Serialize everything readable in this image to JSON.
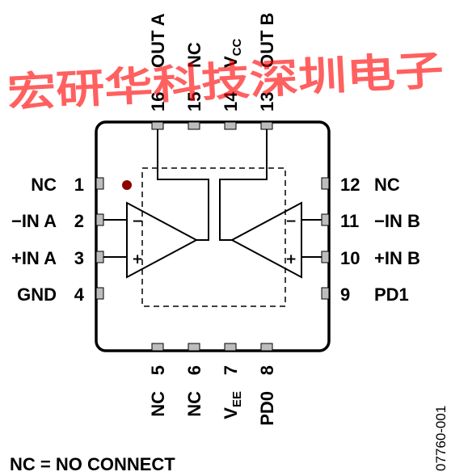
{
  "watermark": "宏研华科技深圳电子",
  "pins": {
    "p1": {
      "num": "1",
      "name": "NC"
    },
    "p2": {
      "num": "2",
      "name": "−IN A"
    },
    "p3": {
      "num": "3",
      "name": "+IN A"
    },
    "p4": {
      "num": "4",
      "name": "GND"
    },
    "p5": {
      "num": "5",
      "name": "NC"
    },
    "p6": {
      "num": "6",
      "name": "NC"
    },
    "p7": {
      "num": "7",
      "name": "V",
      "sub": "EE"
    },
    "p8": {
      "num": "8",
      "name": "PD0"
    },
    "p9": {
      "num": "9",
      "name": "PD1"
    },
    "p10": {
      "num": "10",
      "name": "+IN B"
    },
    "p11": {
      "num": "11",
      "name": "−IN B"
    },
    "p12": {
      "num": "12",
      "name": "NC"
    },
    "p13": {
      "num": "13",
      "name": "OUT B"
    },
    "p14": {
      "num": "14",
      "name": "V",
      "sub": "CC"
    },
    "p15": {
      "num": "15",
      "name": "NC"
    },
    "p16": {
      "num": "16",
      "name": "OUT A"
    }
  },
  "amp_a": {
    "minus": "−",
    "plus": "+"
  },
  "amp_b": {
    "minus": "−",
    "plus": "+"
  },
  "legend": "NC = NO CONNECT",
  "figure_id": "07760-001",
  "colors": {
    "watermark": "#ff0000",
    "pin": "#bdbdbd",
    "dot": "#8b0000"
  }
}
